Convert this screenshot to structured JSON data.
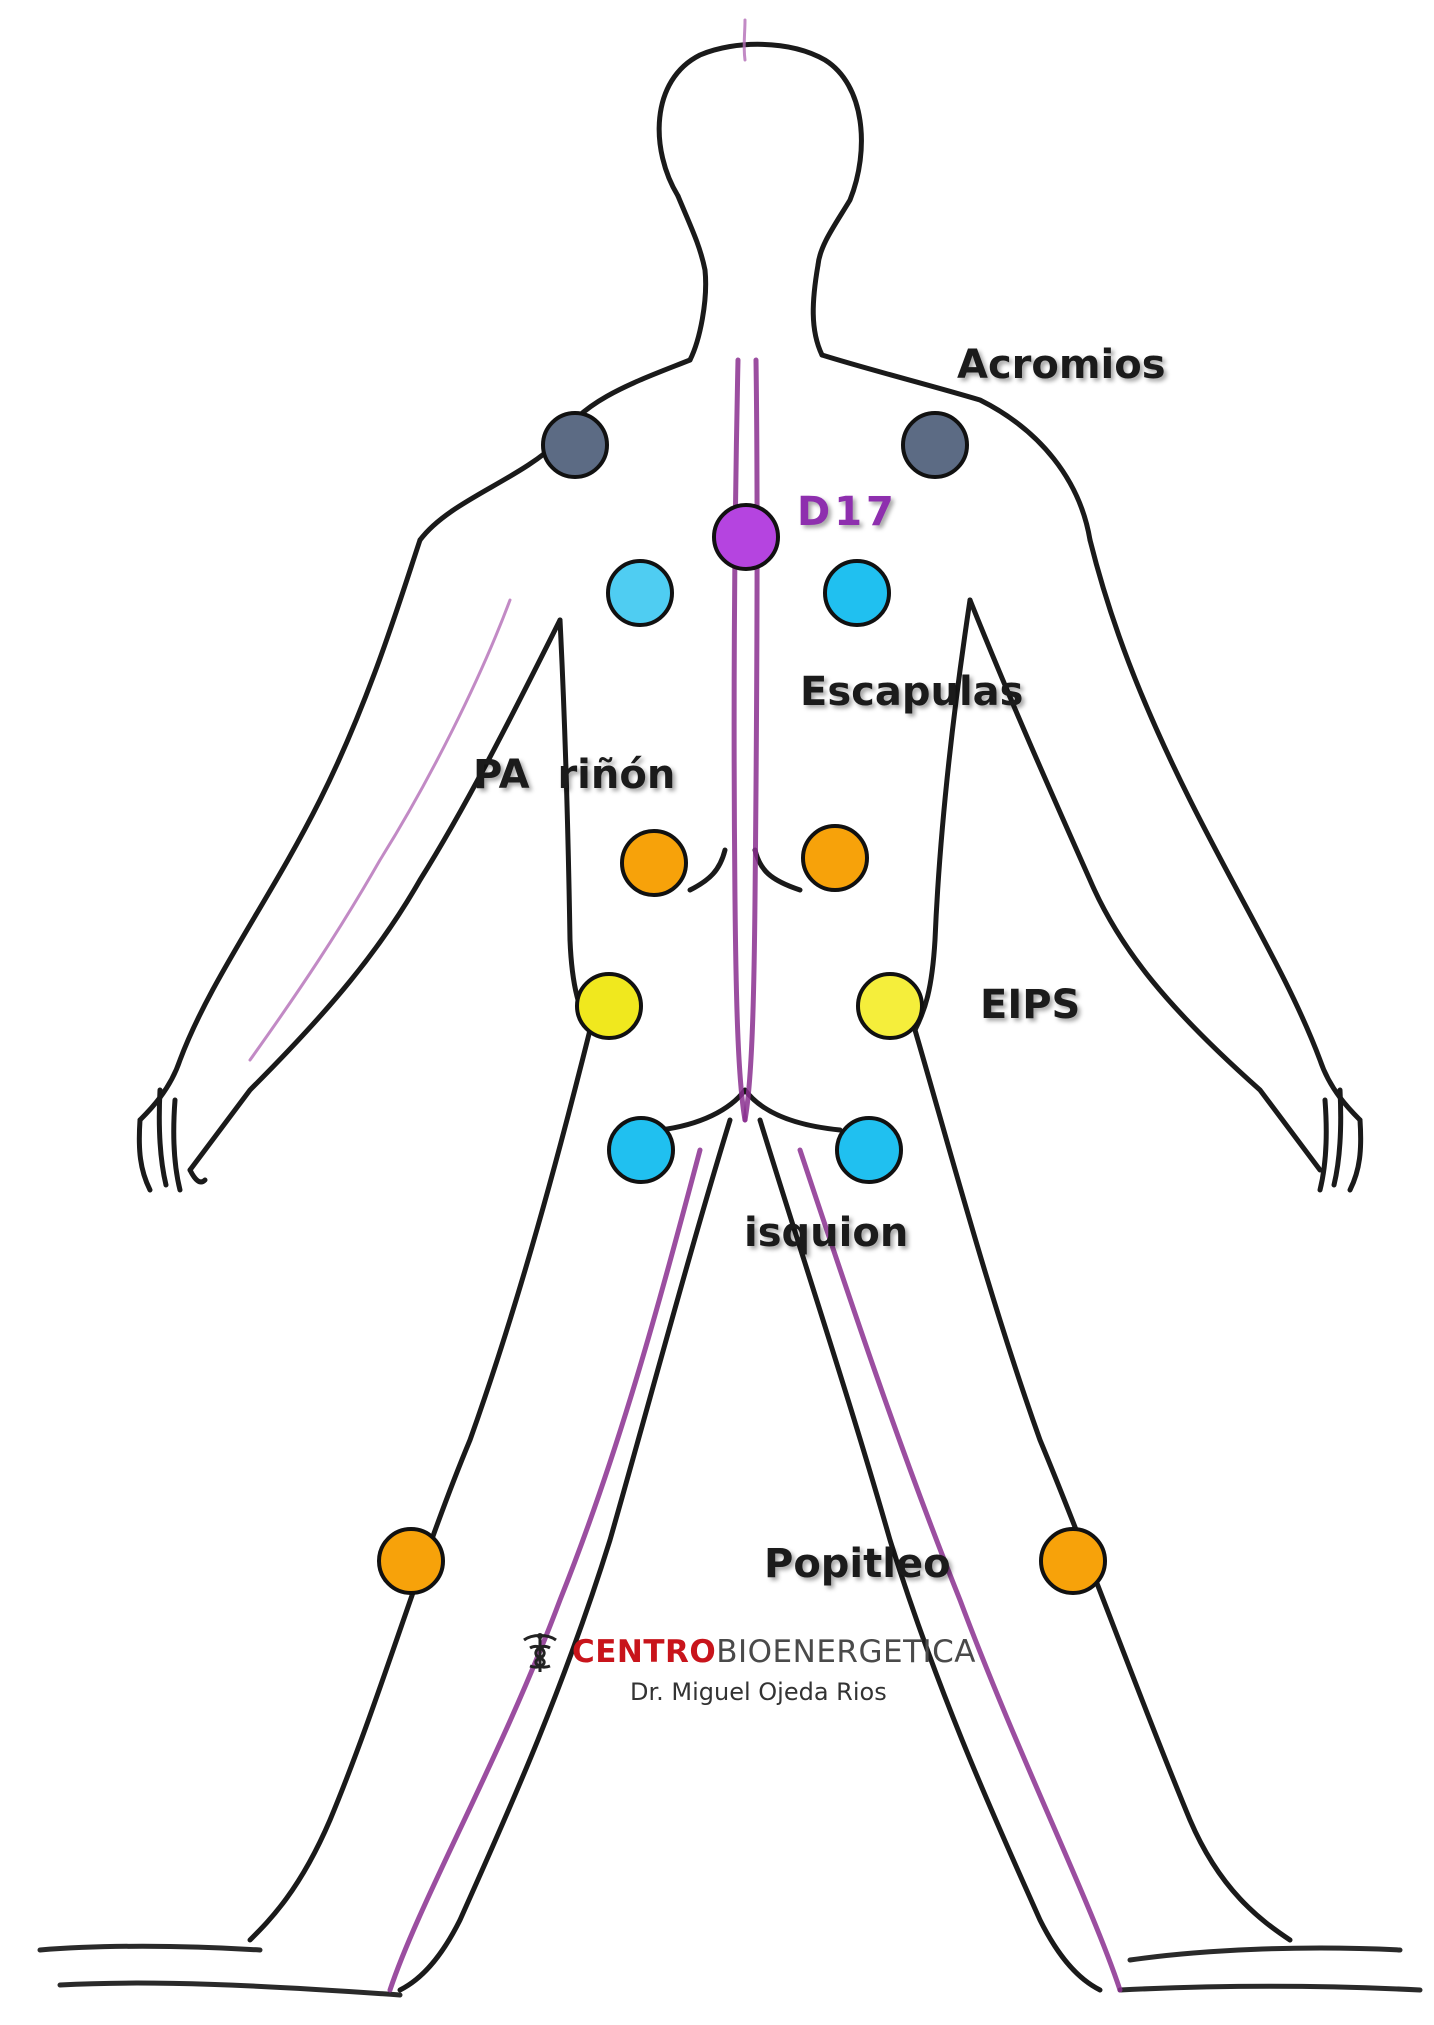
{
  "labels": {
    "acromios": "Acromios",
    "d17": "D17",
    "escapulas": "Escapulas",
    "pa_rinon": "PA  riñón",
    "eips": "EIPS",
    "isquion": "isquion",
    "popitleo": "Popitleo"
  },
  "colors": {
    "acromios": "#5c6b84",
    "d17": "#b544e0",
    "escapulas": "#36c4f0",
    "pa_rinon": "#f7a20a",
    "eips": "#f5ee3b",
    "isquion": "#20c0f0",
    "popitleo": "#f7a20a",
    "meridian": "#8a2f8f",
    "brand_red": "#c8141b"
  },
  "brand": {
    "strong": "CENTRO",
    "light": "BIOENERGETICA",
    "subtitle": "Dr. Miguel Ojeda Rios",
    "icon": "caduceus-icon"
  }
}
